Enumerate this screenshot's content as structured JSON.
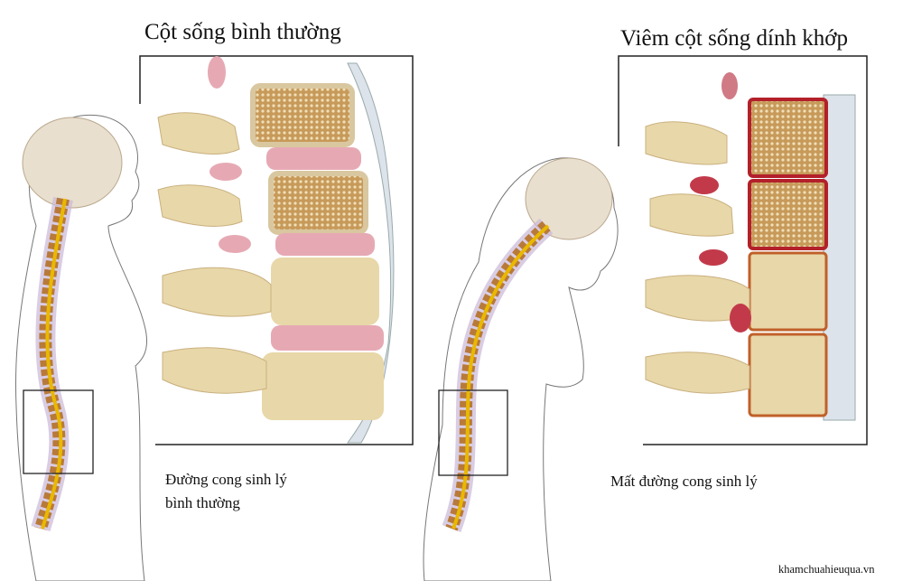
{
  "left_panel": {
    "title": "Cột sống bình thường",
    "caption_line1": "Đường cong sinh lý",
    "caption_line2": "bình thường"
  },
  "right_panel": {
    "title": "Viêm cột sống dính khớp",
    "caption": "Mất đường cong sinh lý"
  },
  "watermark": "khamchuahieuqua.vn",
  "colors": {
    "bone": "#e8d7a8",
    "disc": "#e6a9b4",
    "cord": "#e9b800",
    "inflamed": "#b3202a"
  }
}
